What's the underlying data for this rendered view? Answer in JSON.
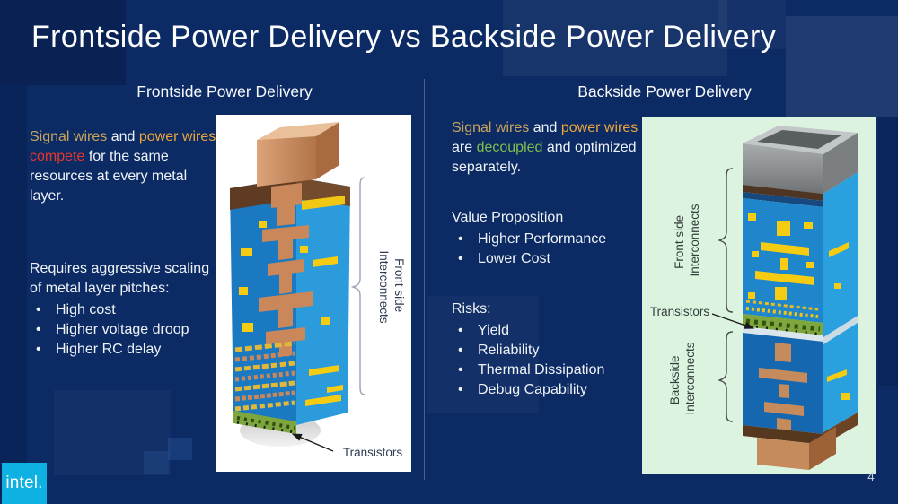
{
  "slide": {
    "title": "Frontside Power Delivery vs Backside Power Delivery",
    "page_number": "4",
    "logo_text": "intel."
  },
  "left": {
    "heading": "Frontside Power Delivery",
    "intro": {
      "segments": [
        {
          "text": "Signal wires",
          "color": "#C8A55E"
        },
        {
          "text": " and ",
          "color": "#EFF3F7"
        },
        {
          "text": "power wires ",
          "color": "#EAA63C"
        },
        {
          "text": "compete",
          "color": "#E5372B"
        },
        {
          "text": " for the same resources at every metal layer.",
          "color": "#EFF3F7"
        }
      ]
    },
    "requires": {
      "lead": "Requires aggressive scaling of metal layer pitches:",
      "bullets": [
        "High cost",
        "Higher voltage droop",
        "Higher RC delay"
      ]
    },
    "diagram": {
      "interconnects_line1": "Front side",
      "interconnects_line2": "Interconnects",
      "transistors": "Transistors"
    }
  },
  "right": {
    "heading": "Backside Power Delivery",
    "intro": {
      "segments": [
        {
          "text": "Signal wires",
          "color": "#C8A55E"
        },
        {
          "text": " and ",
          "color": "#EFF3F7"
        },
        {
          "text": "power wires",
          "color": "#EAA63C"
        },
        {
          "text": " are ",
          "color": "#EFF3F7"
        },
        {
          "text": "decoupled",
          "color": "#82BB4F"
        },
        {
          "text": " and optimized separately.",
          "color": "#EFF3F7"
        }
      ]
    },
    "value_proposition": {
      "lead": "Value Proposition",
      "bullets": [
        "Higher Performance",
        "Lower Cost"
      ]
    },
    "risks": {
      "lead": "Risks:",
      "bullets": [
        "Yield",
        "Reliability",
        "Thermal Dissipation",
        "Debug Capability"
      ]
    },
    "diagram": {
      "frontside_line1": "Front side",
      "frontside_line2": "Interconnects",
      "transistors": "Transistors",
      "backside_line1": "Backside",
      "backside_line2": "Interconnects"
    }
  },
  "colors": {
    "background": "#0C2B64",
    "accent_signal": "#C8A55E",
    "accent_power": "#EAA63C",
    "accent_compete": "#E5372B",
    "accent_decoupled": "#82BB4F",
    "panel_frontside": "#FFFFFF",
    "panel_backside": "#DCF3E0",
    "logo_blue": "#0EB1E2"
  }
}
